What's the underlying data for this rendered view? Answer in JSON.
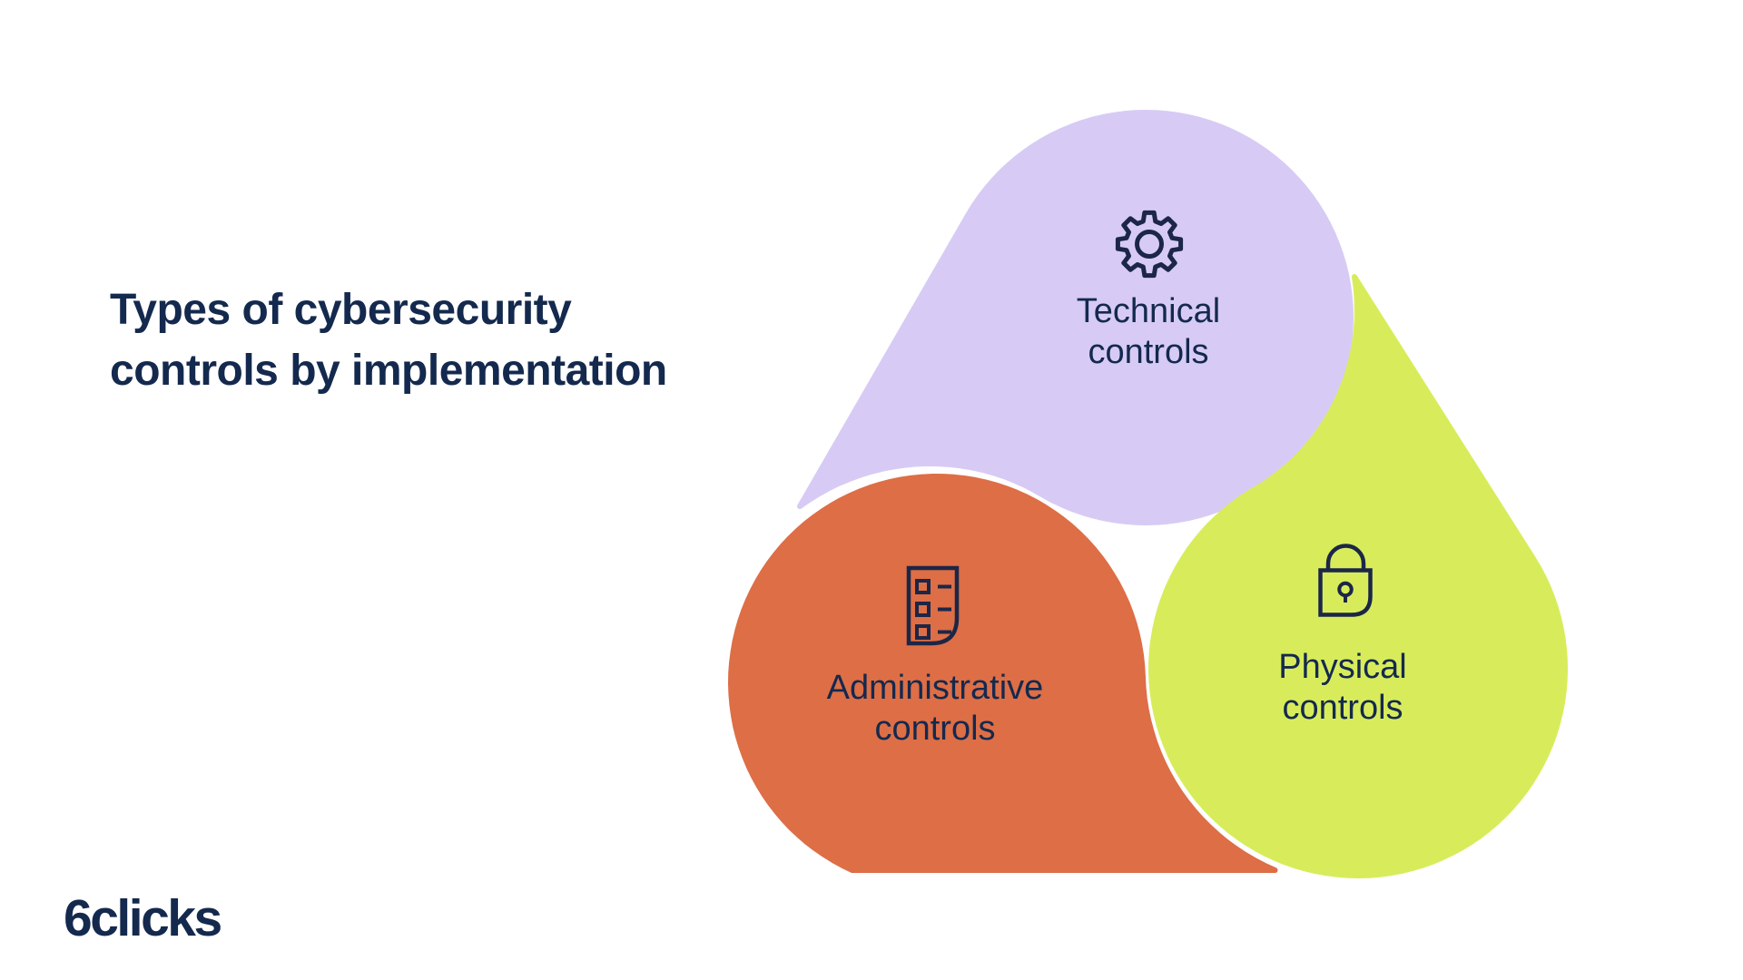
{
  "title": {
    "text": "Types of cybersecurity controls by implementation",
    "color": "#14294E"
  },
  "logo": {
    "text": "6clicks",
    "color": "#14294E"
  },
  "diagram": {
    "label_color": "#14294E",
    "icon_stroke": "#1C2647",
    "blobs": [
      {
        "id": "technical",
        "label": "Technical controls",
        "icon": "gear-icon",
        "fill": "#D7CBF5"
      },
      {
        "id": "administrative",
        "label": "Administrative controls",
        "icon": "checklist-document-icon",
        "fill": "#DD6E46"
      },
      {
        "id": "physical",
        "label": "Physical controls",
        "icon": "padlock-icon",
        "fill": "#D8EC5B"
      }
    ]
  }
}
